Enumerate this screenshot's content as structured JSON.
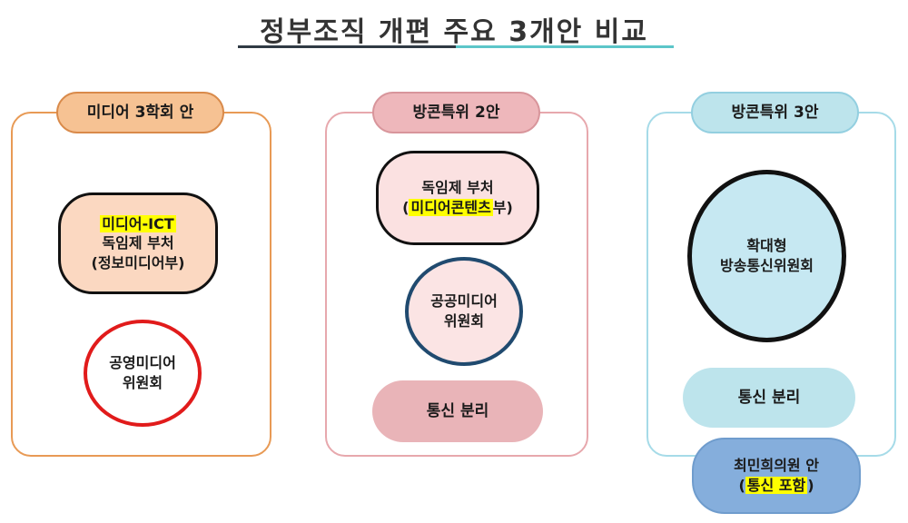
{
  "title": "정부조직 개편 주요 3개안 비교",
  "options": [
    {
      "header": "미디어 3학회 안",
      "box": {
        "line1": "미디어-ICT",
        "line2": "독임제 부처",
        "line3": "(정보미디어부)"
      },
      "circle": {
        "line1": "공영미디어",
        "line2": "위원회"
      }
    },
    {
      "header": "방콘특위 2안",
      "box": {
        "line1": "독임제 부처",
        "line2_open": "(",
        "line2_highlight": "미디어콘텐츠",
        "line2_close": "부)"
      },
      "circle": {
        "line1": "공공미디어",
        "line2": "위원회"
      },
      "separation": "통신 분리"
    },
    {
      "header": "방콘특위 3안",
      "circle": {
        "line1": "확대형",
        "line2": "방송통신위원회"
      },
      "separation": "통신 분리",
      "note": {
        "line1": "최민희의원 안",
        "line2_open": "(",
        "line2_highlight": "통신 포함",
        "line2_close": ")"
      }
    }
  ],
  "colors": {
    "option1_accent": "#e89a55",
    "option2_accent": "#e7a8ad",
    "option3_accent": "#a6dbe8",
    "highlight": "#ffff00"
  }
}
